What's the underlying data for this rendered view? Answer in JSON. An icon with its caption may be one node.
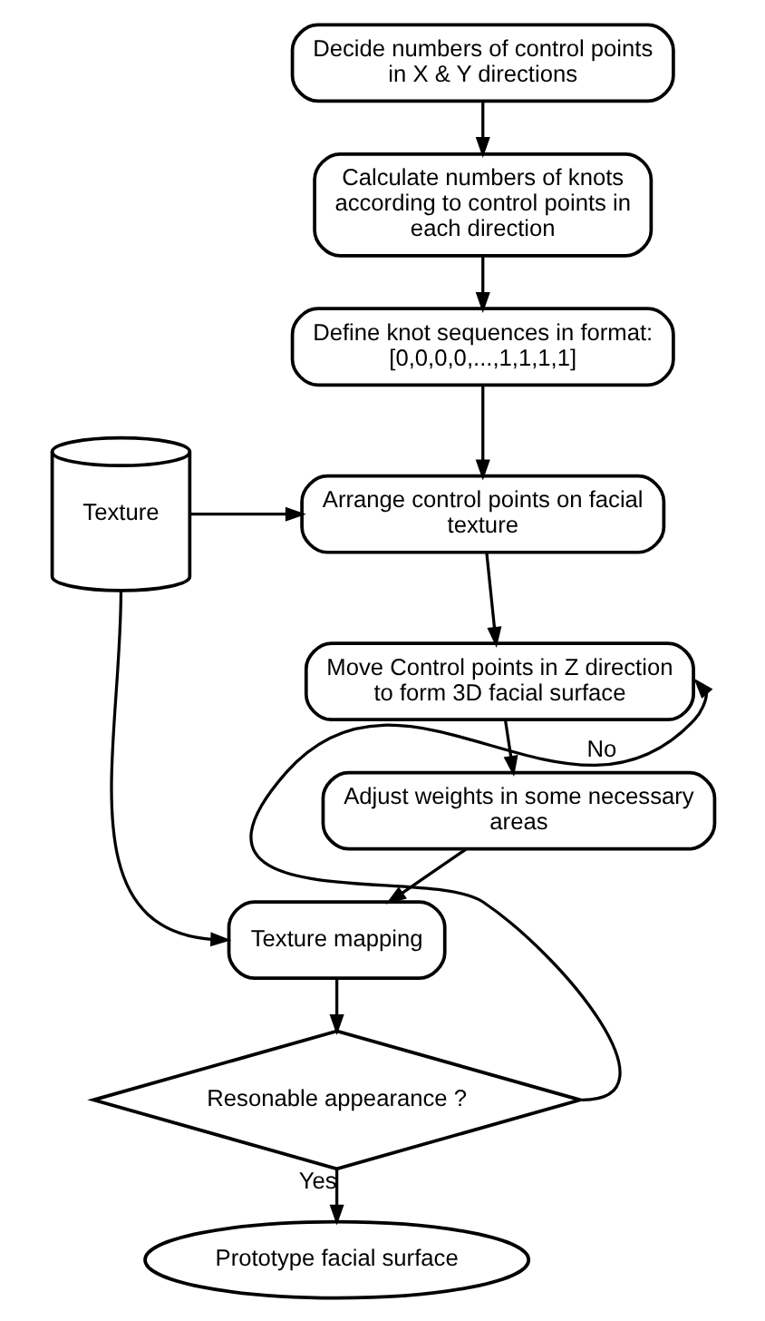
{
  "diagram": {
    "nodes": [
      {
        "text": [
          "Decide numbers of control points in X & Y directions"
        ]
      },
      {
        "text": [
          "Calculate numbers of knots according to control points in each direction"
        ]
      },
      {
        "text": [
          "Define knot sequences in format: [0,0,0,0,...,1,1,1,1]"
        ]
      },
      {
        "text": [
          "Texture"
        ]
      },
      {
        "text": [
          "Arrange control points on facial texture"
        ]
      },
      {
        "text": [
          "Move Control points in Z direction to form 3D facial surface"
        ]
      },
      {
        "text": [
          "Adjust weights in some necessary areas"
        ]
      },
      {
        "text": [
          "Texture mapping"
        ]
      },
      {
        "text": [
          "Resonable appearance ?"
        ]
      },
      {
        "text": [
          "Prototype facial surface"
        ]
      }
    ],
    "edges": [
      {
        "from": 0,
        "to": 1,
        "arrow": "to"
      },
      {
        "from": 1,
        "to": 2,
        "arrow": "to"
      },
      {
        "from": 2,
        "to": 4,
        "arrow": "to"
      },
      {
        "from": 3,
        "to": 4,
        "arrow": "to"
      },
      {
        "from": 4,
        "to": 5,
        "arrow": "to"
      },
      {
        "from": 5,
        "to": 6,
        "arrow": "to"
      },
      {
        "from": 6,
        "to": 7,
        "arrow": "to"
      },
      {
        "from": 3,
        "to": 7,
        "arrow": "to"
      },
      {
        "from": 7,
        "to": 8,
        "arrow": "to"
      },
      {
        "from": 8,
        "to": 9,
        "arrow": "to",
        "label": "Yes"
      },
      {
        "from": 8,
        "to": 5,
        "arrow": "to",
        "label": "No"
      }
    ]
  }
}
